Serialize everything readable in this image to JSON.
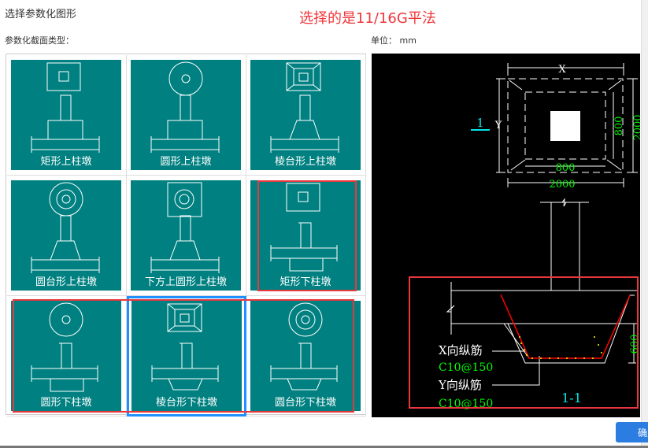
{
  "dialog": {
    "title": "选择参数化图形",
    "annotation": "选择的是11/16G平法",
    "section_type_label": "参数化截面类型：",
    "unit_label": "单位：",
    "unit_value": "mm",
    "ok_button": "确定"
  },
  "shapes": [
    {
      "label": "矩形上柱墩",
      "top": "rect",
      "base": "rect",
      "position": "upper",
      "selected": false
    },
    {
      "label": "圆形上柱墩",
      "top": "circle",
      "base": "rect",
      "position": "upper",
      "selected": false
    },
    {
      "label": "棱台形上柱墩",
      "top": "frustum",
      "base": "trapezoid",
      "position": "upper",
      "selected": false
    },
    {
      "label": "圆台形上柱墩",
      "top": "ring",
      "base": "trapezoid",
      "position": "upper",
      "selected": false
    },
    {
      "label": "下方上圆形上柱墩",
      "top": "square-ring",
      "base": "trapezoid",
      "position": "upper",
      "selected": false
    },
    {
      "label": "矩形下柱墩",
      "top": "rect",
      "base": "rect",
      "position": "lower",
      "selected": false
    },
    {
      "label": "圆形下柱墩",
      "top": "circle",
      "base": "rect",
      "position": "lower",
      "selected": false
    },
    {
      "label": "棱台形下柱墩",
      "top": "frustum",
      "base": "trapezoid",
      "position": "lower",
      "selected": true
    },
    {
      "label": "圆台形下柱墩",
      "top": "ring",
      "base": "trapezoid",
      "position": "lower",
      "selected": false
    }
  ],
  "preview": {
    "dim_x": "X",
    "dim_y": "Y",
    "section_mark": "1",
    "inner_width": "800",
    "inner_height": "800",
    "outer_width": "2000",
    "outer_height": "2000",
    "depth": "600",
    "x_rebar_label": "X向纵筋",
    "x_rebar_value": "C10@150",
    "y_rebar_label": "Y向纵筋",
    "y_rebar_value": "C10@150",
    "section_title": "1-1"
  },
  "colors": {
    "tile": "#008080",
    "highlight": "#e8383d",
    "selection": "#1e90ff",
    "dim_text": "#00ff00",
    "section_text": "#00e5e5",
    "rebar_red": "#ff0000",
    "rebar_dots": "#ffff00"
  }
}
